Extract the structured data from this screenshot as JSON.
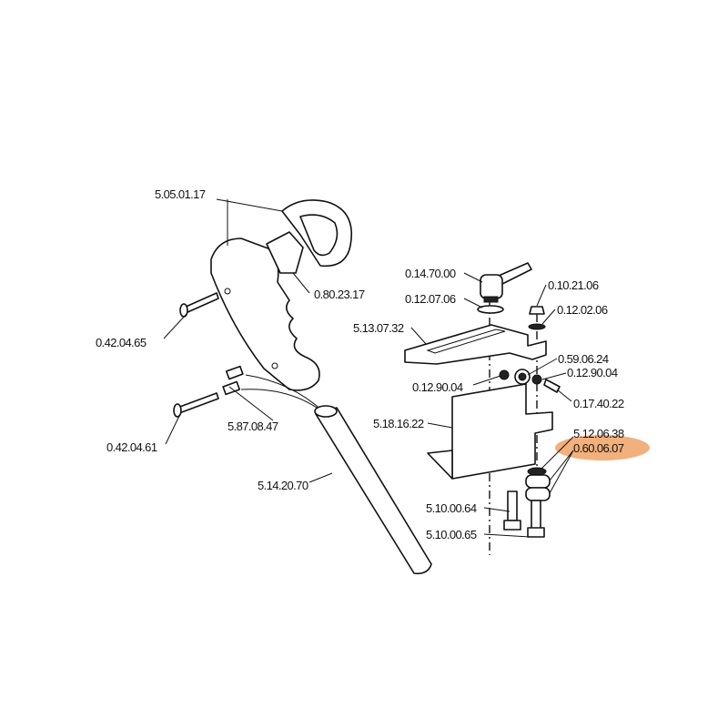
{
  "diagram": {
    "highlight_color": "#f2b07c",
    "highlighted_part": "0.60.06.07",
    "labels": {
      "handle": "5.05.01.17",
      "trigger": "0.80.23.17",
      "screw_upper": "0.42.04.65",
      "screw_lower": "0.42.04.61",
      "cable": "5.87.08.47",
      "tube": "5.14.20.70",
      "knob": "0.14.70.00",
      "cap_nut": "0.10.21.06",
      "washer_knob": "0.12.07.06",
      "spring_washer": "0.12.02.06",
      "slot_bracket": "5.13.07.32",
      "roller": "0.59.06.24",
      "nut_left": "0.12.90.04",
      "nut_right": "0.12.90.04",
      "pin": "0.17.40.22",
      "plate": "5.18.16.22",
      "bushing": "5.12.06.38",
      "wheel": "0.60.06.07",
      "bolt_short": "5.10.00.64",
      "bolt_long": "5.10.00.65"
    }
  }
}
